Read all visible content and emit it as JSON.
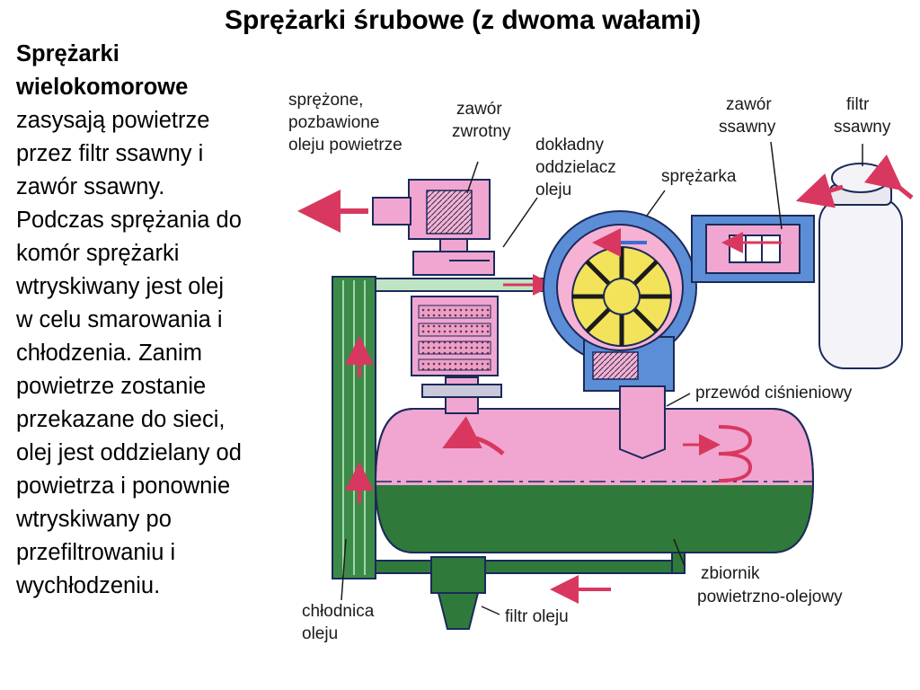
{
  "title": "Sprężarki śrubowe (z dwoma wałami)",
  "side_text": {
    "heading": [
      "Sprężarki",
      "wielokomorowe"
    ],
    "lines": [
      "zasysają powietrze",
      "przez filtr ssawny i",
      "zawór ssawny.",
      "Podczas sprężania do",
      "komór sprężarki",
      "wtryskiwany jest olej",
      "w celu smarowania i",
      "chłodzenia. Zanim",
      "powietrze zostanie",
      "przekazane do sieci,",
      "olej jest oddzielany od",
      "powietrza i ponownie",
      "wtryskiwany po",
      "przefiltrowaniu i",
      "wychłodzeniu."
    ]
  },
  "labels": {
    "compressed_air": [
      "sprężone,",
      "pozbawione",
      "oleju powietrze"
    ],
    "check_valve": [
      "zawór",
      "zwrotny"
    ],
    "fine_separator": [
      "dokładny",
      "oddzielacz",
      "oleju"
    ],
    "intake_valve": [
      "zawór",
      "ssawny"
    ],
    "intake_filter": [
      "filtr",
      "ssawny"
    ],
    "compressor": "sprężarka",
    "pressure_line": "przewód ciśnieniowy",
    "air_oil_tank": [
      "zbiornik",
      "powietrzno-olejowy"
    ],
    "oil_filter": "filtr oleju",
    "oil_cooler": [
      "chłodnica",
      "oleju"
    ]
  },
  "colors": {
    "pink": "#f0a6d0",
    "oil_green": "#2f7a3a",
    "blue_housing": "#5b8ed6",
    "rotor_yellow": "#f2e35a",
    "arrow": "#d8385f",
    "outline": "#1b2a5a"
  }
}
